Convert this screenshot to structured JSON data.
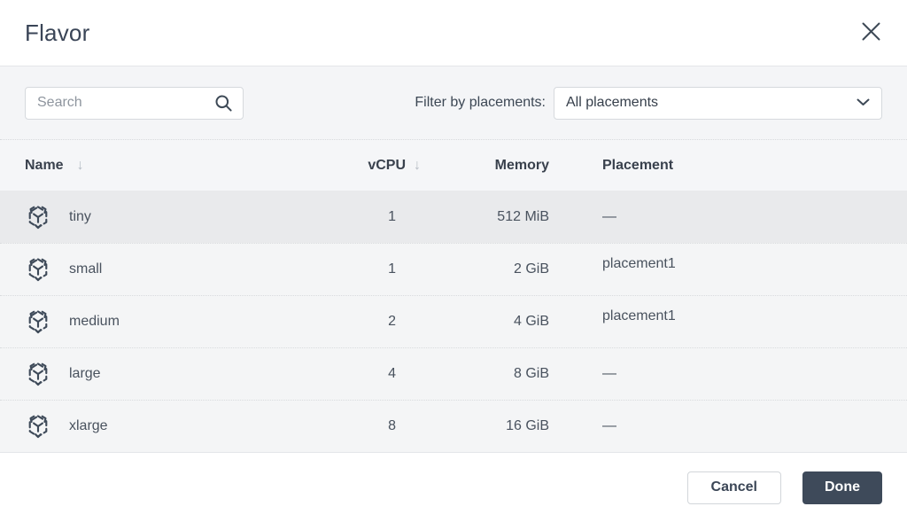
{
  "modal": {
    "title": "Flavor"
  },
  "toolbar": {
    "search_placeholder": "Search",
    "filter_label": "Filter by placements:",
    "filter_value": "All placements"
  },
  "table": {
    "columns": [
      {
        "label": "Name",
        "sortable": true,
        "sort_icon": "arrow-down-icon"
      },
      {
        "label": "vCPU",
        "sortable": true,
        "sort_icon": "arrow-down-icon"
      },
      {
        "label": "Memory",
        "sortable": false
      },
      {
        "label": "Placement",
        "sortable": false
      }
    ],
    "rows": [
      {
        "name": "tiny",
        "vcpu": "1",
        "memory": "512 MiB",
        "placement": "—",
        "selected": true,
        "icon": "flavor-cube-icon"
      },
      {
        "name": "small",
        "vcpu": "1",
        "memory": "2 GiB",
        "placement": "placement1",
        "selected": false,
        "icon": "flavor-cube-icon"
      },
      {
        "name": "medium",
        "vcpu": "2",
        "memory": "4 GiB",
        "placement": "placement1",
        "selected": false,
        "icon": "flavor-cube-icon"
      },
      {
        "name": "large",
        "vcpu": "4",
        "memory": "8 GiB",
        "placement": "—",
        "selected": false,
        "icon": "flavor-cube-icon"
      },
      {
        "name": "xlarge",
        "vcpu": "8",
        "memory": "16 GiB",
        "placement": "—",
        "selected": false,
        "icon": "flavor-cube-icon"
      }
    ],
    "sort_glyph": "↓"
  },
  "footer": {
    "cancel_label": "Cancel",
    "done_label": "Done"
  },
  "colors": {
    "accent_dark_slate": "#3e4a5a",
    "body_background": "#f4f5f7",
    "selected_row": "#e9eaec",
    "border": "#e4e6e9",
    "muted_arrow": "#b6bcc4"
  }
}
